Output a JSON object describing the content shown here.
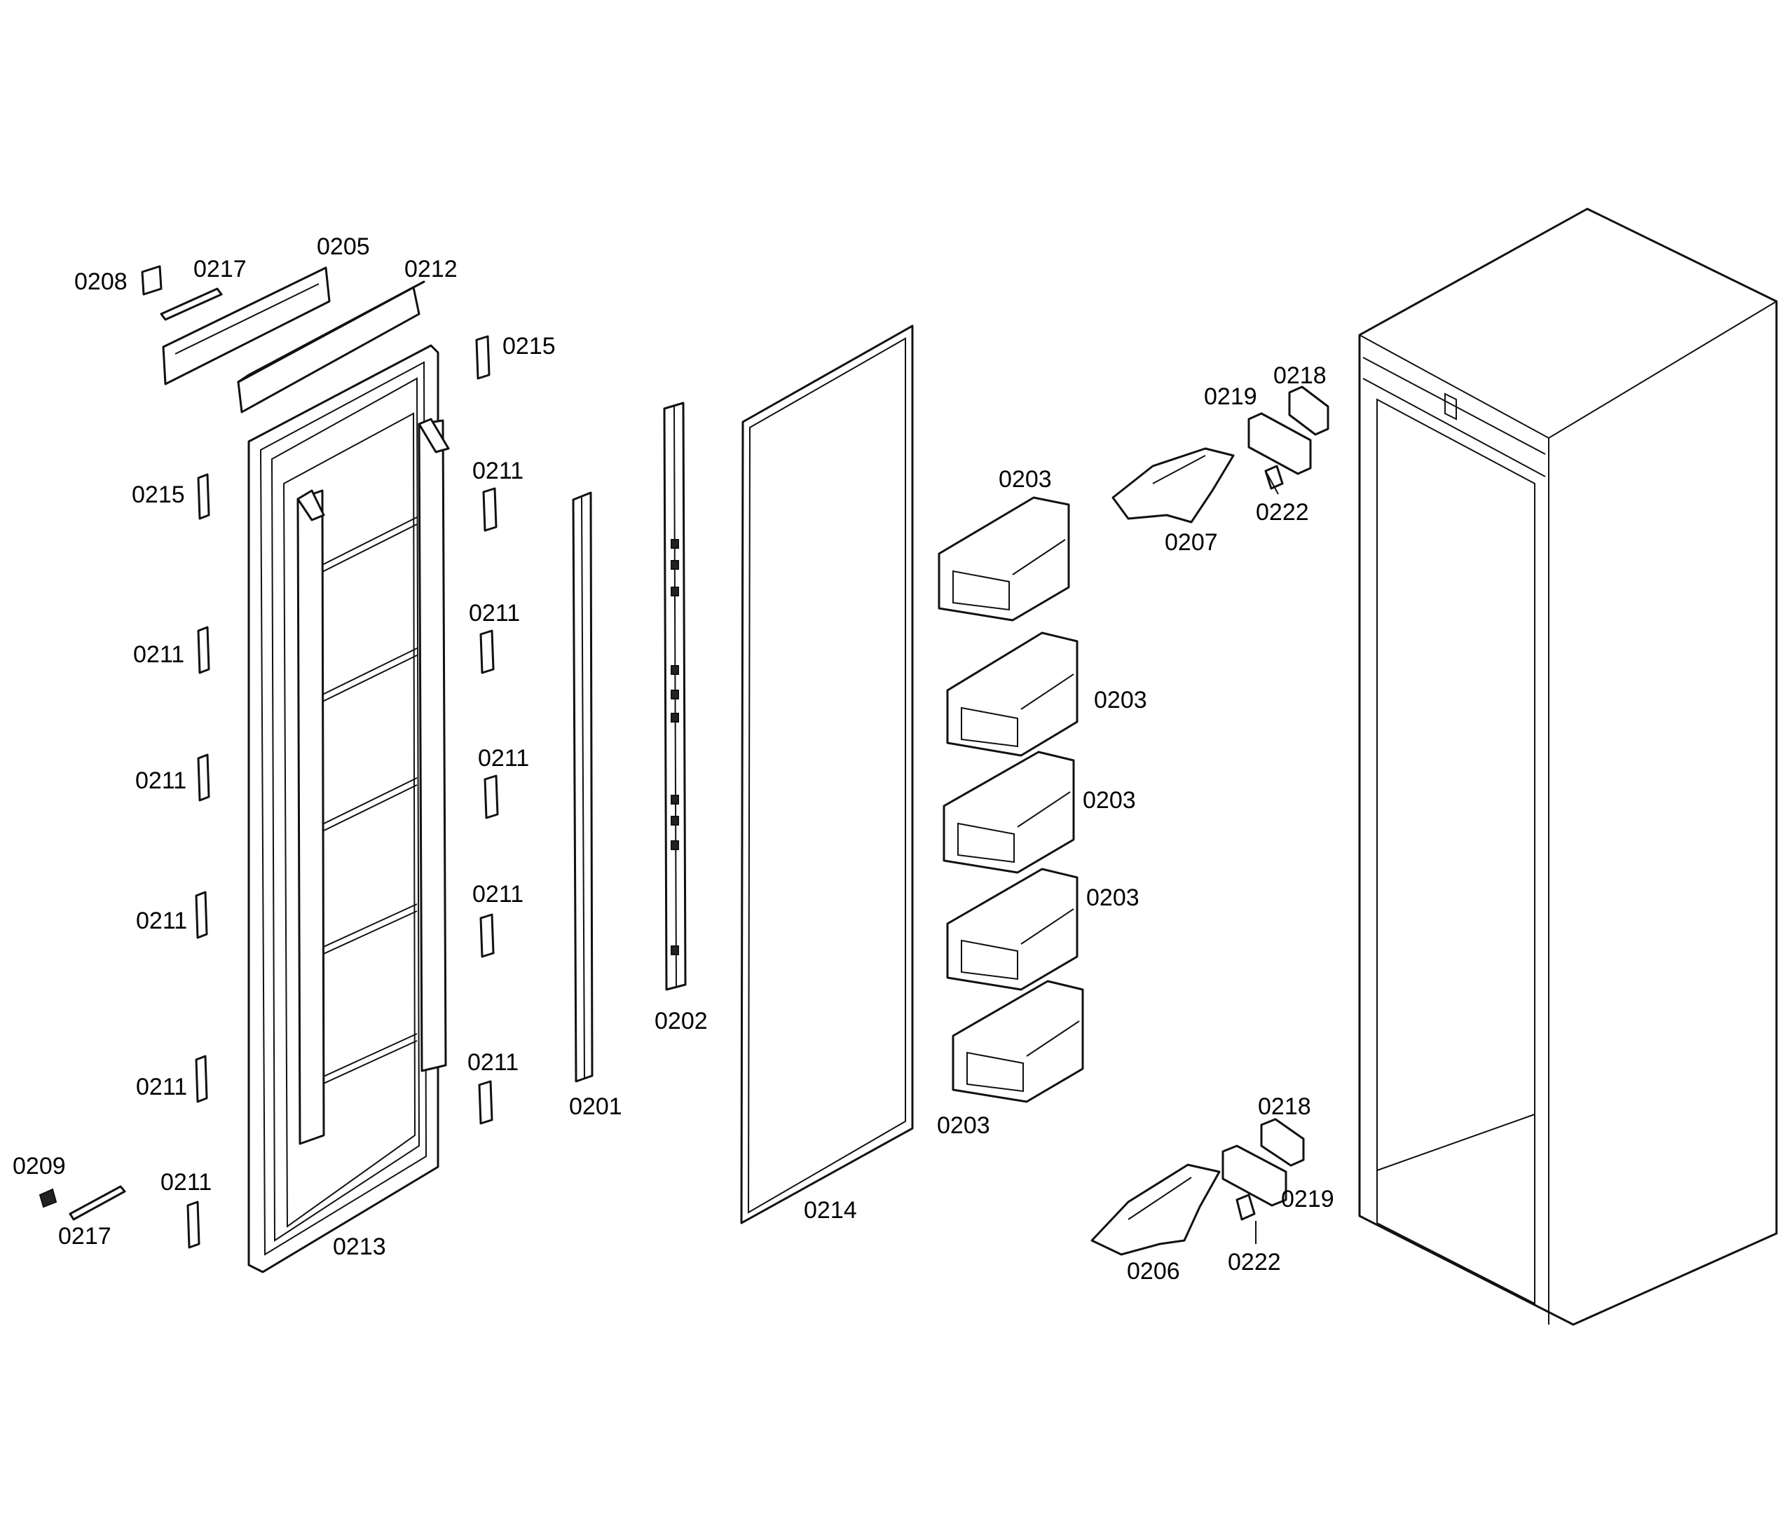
{
  "diagram": {
    "labels": {
      "p0208": "0208",
      "p0217_top": "0217",
      "p0205": "0205",
      "p0212": "0212",
      "p0215_right": "0215",
      "p0215_left": "0215",
      "p0211_r1": "0211",
      "p0211_r2": "0211",
      "p0211_r3": "0211",
      "p0211_r4": "0211",
      "p0211_r5": "0211",
      "p0211_l1": "0211",
      "p0211_l2": "0211",
      "p0211_l3": "0211",
      "p0211_l4": "0211",
      "p0211_bottom": "0211",
      "p0209": "0209",
      "p0217_bottom": "0217",
      "p0213": "0213",
      "p0201": "0201",
      "p0202": "0202",
      "p0214": "0214",
      "p0203_1": "0203",
      "p0203_2": "0203",
      "p0203_3": "0203",
      "p0203_4": "0203",
      "p0203_5": "0203",
      "p0219_top": "0219",
      "p0218_top": "0218",
      "p0222_top": "0222",
      "p0207": "0207",
      "p0218_bottom": "0218",
      "p0219_bottom": "0219",
      "p0222_bottom": "0222",
      "p0206": "0206"
    }
  }
}
